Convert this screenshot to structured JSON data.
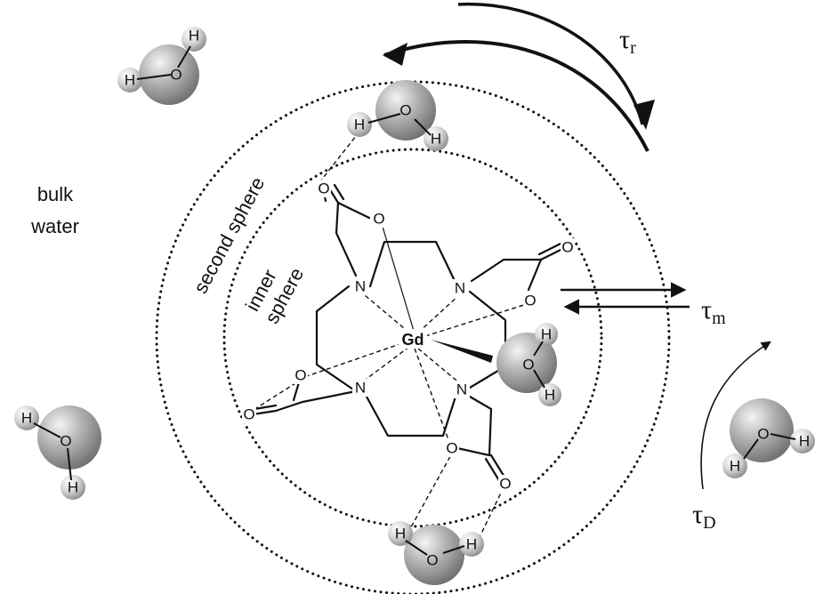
{
  "labels": {
    "bulk_line1": "bulk",
    "bulk_line2": "water",
    "second_sphere": "second sphere",
    "inner_line1": "inner",
    "inner_line2": "sphere",
    "tau_r": "τ",
    "tau_r_sub": "r",
    "tau_m": "τ",
    "tau_m_sub": "m",
    "tau_d": "τ",
    "tau_d_sub": "D",
    "metal": "Gd"
  },
  "atoms": {
    "N": "N",
    "O": "O",
    "H": "H"
  },
  "colors": {
    "ink": "#111111",
    "oxygen_sphere": "#a9a9a9",
    "hydrogen_sphere": "#d8d8d8"
  }
}
